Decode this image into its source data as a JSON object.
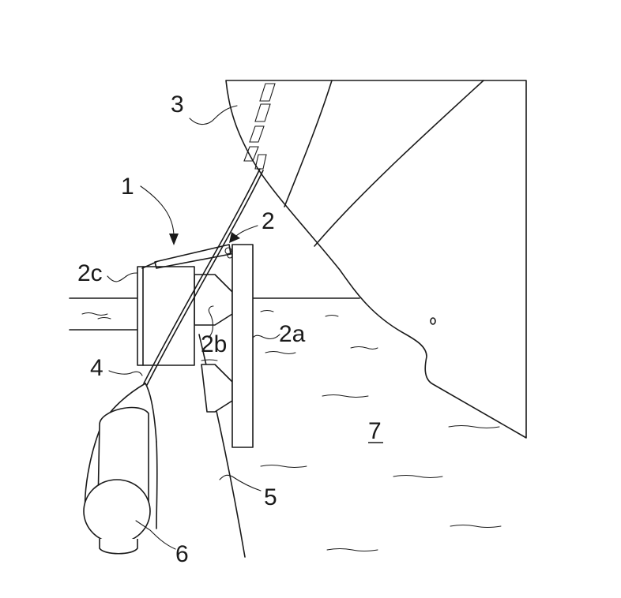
{
  "figure": {
    "labels": {
      "assembly": "1",
      "fender_unit": "2",
      "panel": "2a",
      "buffer": "2b",
      "counterweight_block": "2c",
      "vessel_hull": "3",
      "sling": "4",
      "line": "5",
      "float_fender": "6",
      "water": "7"
    }
  }
}
